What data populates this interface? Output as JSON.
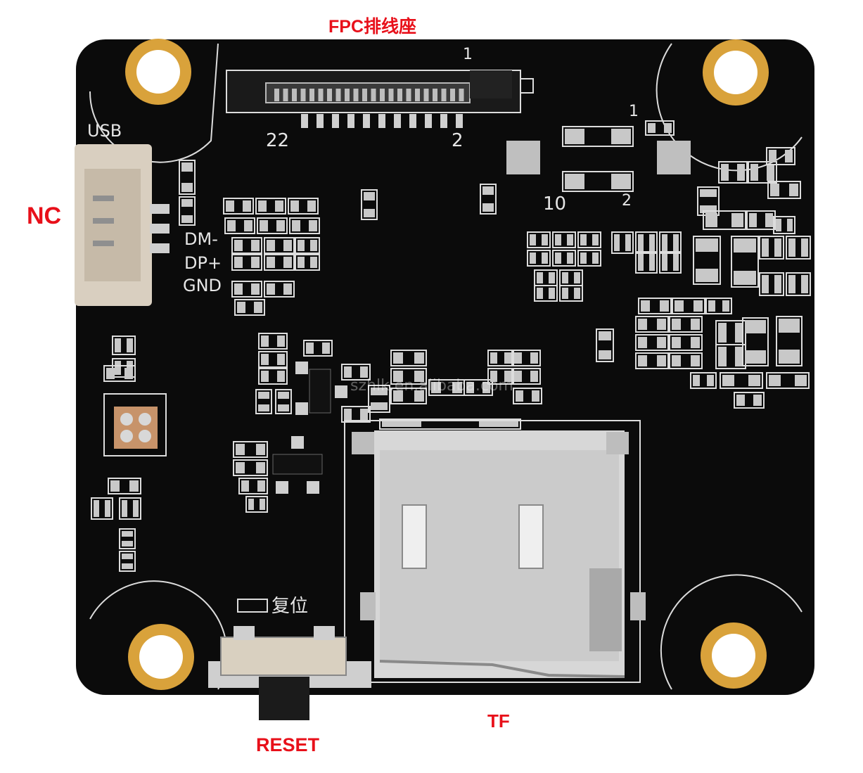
{
  "callouts": {
    "fpc": "FPC排线座",
    "nc": "NC",
    "reset": "RESET",
    "tf": "TF"
  },
  "silkscreen": {
    "usb": "USB",
    "dm": "DM-",
    "dp": "DP+",
    "gnd": "GND",
    "pin1_fpc": "1",
    "pin22": "22",
    "pin2_fpc": "2",
    "pin1_ic": "1",
    "pin10": "10",
    "pin2_ic": "2",
    "reset_cn": "复位"
  },
  "watermark": "szhlk.en.alibaba.com",
  "colors": {
    "board": "#0b0b0b",
    "silk": "#e6e6e6",
    "gold": "#d9a23b",
    "pad": "#c8c8c8",
    "callout": "#e8101a"
  }
}
